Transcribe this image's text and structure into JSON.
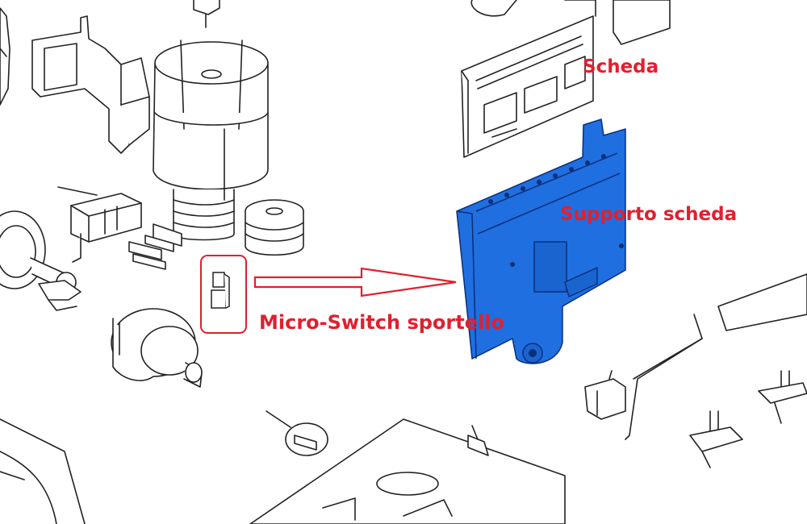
{
  "labels": {
    "scheda": "Scheda",
    "supporto_scheda": "Supporto scheda",
    "micro_switch": "Micro-Switch sportello"
  },
  "colors": {
    "annotation": "#e0202e",
    "highlight_fill": "#1f6fe0",
    "highlight_stroke": "#0a2f7a",
    "line_art": "#222222"
  },
  "icons": {
    "connector_arrow": "right-arrow-outline",
    "micro_switch_frame": "rounded-rectangle-outline"
  }
}
